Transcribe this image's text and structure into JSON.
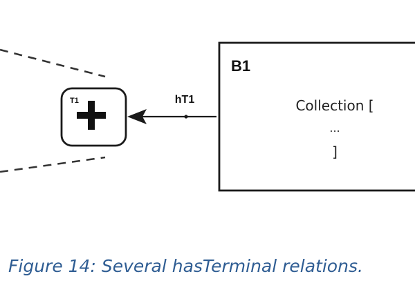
{
  "diagram": {
    "terminal_label": "T1",
    "edge_label": "hT1",
    "box_title": "B1",
    "box_content": {
      "line1": "Collection [",
      "line2": "...",
      "line3": "]"
    },
    "colors": {
      "stroke": "#1a1a1a",
      "dash": "#333333",
      "caption": "#2f5d93"
    },
    "icons": [
      "plus-icon",
      "arrowhead-icon"
    ]
  },
  "caption": "Figure 14: Several hasTerminal relations."
}
